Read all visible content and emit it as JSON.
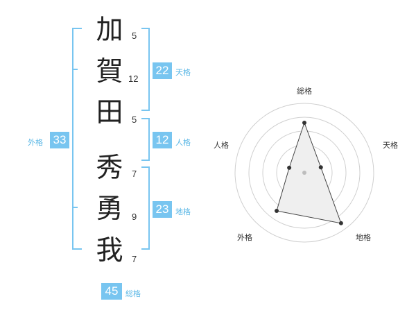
{
  "name_chars": [
    {
      "char": "加",
      "strokes": "5"
    },
    {
      "char": "賀",
      "strokes": "12"
    },
    {
      "char": "田",
      "strokes": "5"
    },
    {
      "char": "秀",
      "strokes": "7"
    },
    {
      "char": "勇",
      "strokes": "9"
    },
    {
      "char": "我",
      "strokes": "7"
    }
  ],
  "kakusu": {
    "tenkaku": {
      "value": "22",
      "label": "天格"
    },
    "jinkaku": {
      "value": "12",
      "label": "人格"
    },
    "chikaku": {
      "value": "23",
      "label": "地格"
    },
    "gaikaku": {
      "value": "33",
      "label": "外格"
    },
    "soukaku": {
      "value": "45",
      "label": "総格"
    }
  },
  "radar": {
    "axes": [
      "総格",
      "天格",
      "地格",
      "外格",
      "人格"
    ],
    "values": [
      0.72,
      0.25,
      0.9,
      0.68,
      0.23
    ],
    "max": 1
  },
  "colors": {
    "accent": "#78c5f0",
    "label": "#5cb8e6",
    "text": "#222222"
  }
}
